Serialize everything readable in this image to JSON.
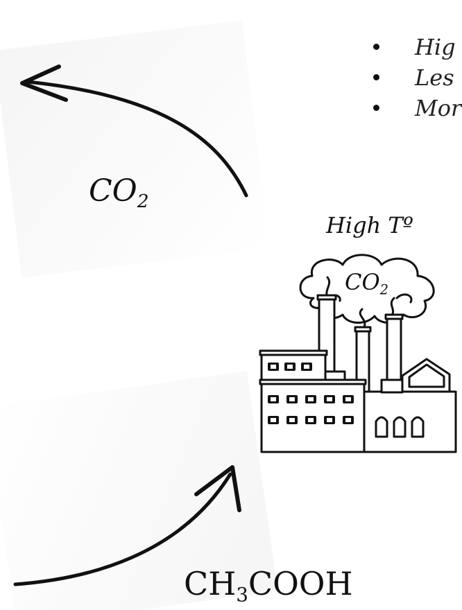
{
  "labels": {
    "co2_left_main": "CO",
    "co2_left_sub": "2",
    "acetic_main": "CH",
    "acetic_sub": "3",
    "acetic_tail": "COOH",
    "high_temp": "High Tº",
    "smoke_co2_main": "CO",
    "smoke_co2_sub": "2"
  },
  "bullets": [
    "Hig",
    "Les",
    "Mor"
  ],
  "icons": [
    "curved-arrow-up-left",
    "curved-arrow-up-right",
    "factory-icon",
    "smoke-cloud-icon"
  ],
  "colors": {
    "ink": "#111111",
    "shade": "#f4f4f4"
  }
}
